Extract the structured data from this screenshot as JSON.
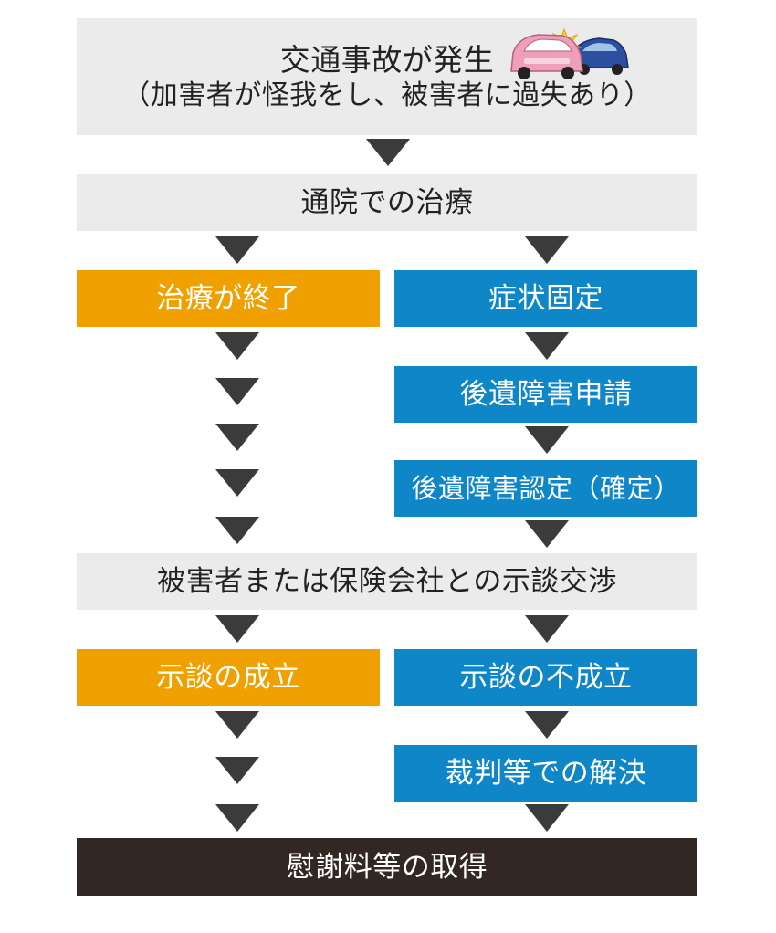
{
  "flow": {
    "accident": {
      "line1": "交通事故が発生",
      "line2": "（加害者が怪我をし、被害者に過失あり）"
    },
    "outpatient": "通院での治療",
    "treatment_end": "治療が終了",
    "symptom_fixed": "症状固定",
    "disability_application": "後遺障害申請",
    "disability_certification": "後遺障害認定（確定）",
    "negotiation": "被害者または保険会社との示談交渉",
    "settlement_success": "示談の成立",
    "settlement_failure": "示談の不成立",
    "court": "裁判等での解決",
    "compensation": "慰謝料等の取得"
  },
  "icons": {
    "car_crash": "car-crash-icon",
    "arrow": "down-triangle-arrow"
  },
  "colors": {
    "gray_box": "#ebebeb",
    "orange_box": "#f0a000",
    "blue_box": "#0e86c8",
    "dark_box": "#332723",
    "arrow": "#3b3b3b"
  }
}
